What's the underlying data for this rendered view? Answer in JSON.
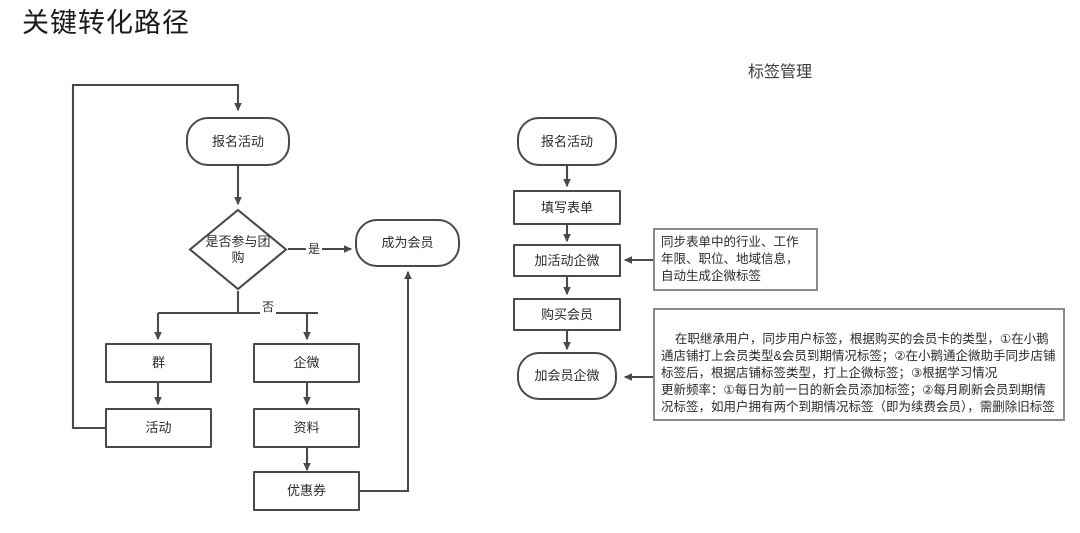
{
  "page": {
    "title": "关键转化路径",
    "background_color": "#ffffff",
    "line_color": "#4a4a4a",
    "note_border_color": "#8a8a8a",
    "text_color": "#2b2b2b"
  },
  "left_flow": {
    "nodes": {
      "signup": "报名活动",
      "decision": "是否参与团购",
      "become_member": "成为会员",
      "group": "群",
      "activity": "活动",
      "qiwei": "企微",
      "material": "资料",
      "coupon": "优惠券"
    },
    "edge_labels": {
      "yes": "是",
      "no": "否"
    }
  },
  "right_flow": {
    "section_title": "标签管理",
    "nodes": {
      "signup": "报名活动",
      "fill_form": "填写表单",
      "add_activity_qiwei": "加活动企微",
      "buy_membership": "购买会员",
      "add_member_qiwei": "加会员企微"
    },
    "notes": {
      "form_note": "同步表单中的行业、工作年限、职位、地域信息，自动生成企微标签",
      "member_note": "在职继承用户，同步用户标签，根据购买的会员卡的类型，①在小鹅通店铺打上会员类型&会员到期情况标签；②在小鹅通企微助手同步店铺标签后，根据店铺标签类型，打上企微标签；③根据学习情况\n更新频率：①每日为前一日的新会员添加标签；②每月刷新会员到期情况标签，如用户拥有两个到期情况标签（即为续费会员），需删除旧标签"
    }
  }
}
